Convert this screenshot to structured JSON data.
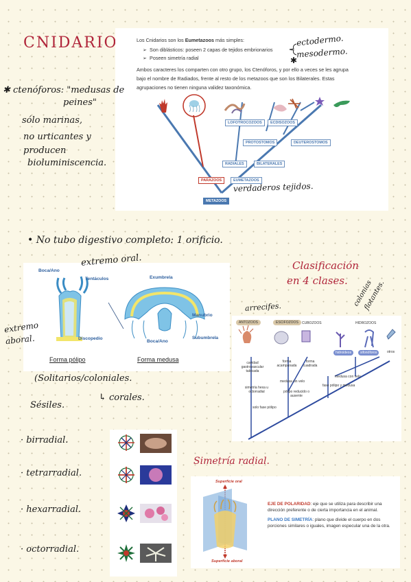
{
  "title": "CNIDARIOS.",
  "top_card": {
    "intro_pre": "Los Cnidarios son los ",
    "intro_bold": "Eumetazoos",
    "intro_post": " más simples:",
    "bullet1": "Son diblásticos: poseen 2 capas de tejidos embrionarios",
    "bullet2": "Poseen simetría radial",
    "para_line1": "Ambos caracteres los comparten con otro grupo, los Ctenóforos, y por ello a veces se les agrupa",
    "para_line2": "bajo el nombre de Radiados, frente al resto de los metazoos que son los Bilaterales. Estas",
    "para_line3": "agrupaciones no tienen ninguna validez taxonómica.",
    "tree": {
      "lofotrocozoos": "LOFOTROCOZOOS",
      "ecdisozoos": "ECDISOZOOS",
      "protostomos": "PROTOSTOMOS",
      "deuterostomos": "DEUTEROSTOMOS",
      "radiales": "RADIALES",
      "bilaterales": "BILATERALES",
      "parazoos": "PARAZOOS",
      "eumetazoos": "EUMETAZOOS",
      "metazoos": "METAZOOS"
    }
  },
  "notes": {
    "ectodermo": "ectodermo.",
    "mesodermo": "mesodermo.",
    "asterisk": "✱",
    "ctenoforos_1": "✱ ctenóforos: \"medusas de",
    "ctenoforos_2": "peines\"",
    "ctenoforos_3": "sólo marinas,",
    "ctenoforos_4": "no urticantes y",
    "ctenoforos_5": "producen",
    "ctenoforos_6": "bioluminiscencia.",
    "verdaderos": "verdaderos tejidos.",
    "no_tubo": "• No tubo digestivo completo: 1 orificio.",
    "extremo_oral": "extremo oral.",
    "extremo_aboral_1": "extremo",
    "extremo_aboral_2": "aboral.",
    "clasificacion_1": "Clasificación",
    "clasificacion_2": "en 4 clases.",
    "arrecifes": "arrecifes.",
    "colonias_1": "colonias",
    "colonias_2": "flotantes.",
    "solitarios": "(Solitarios/coloniales.",
    "corales": "↳ corales.",
    "sesiles": "Sésiles.",
    "birradial": "· birradial.",
    "tetrarradial": "· tetrarradial.",
    "hexarradial": "· hexarradial.",
    "octorradial": "· octorradial.",
    "simetria": "Simetría radial."
  },
  "polyp_card": {
    "boca_ano_1": "Boca/Ano",
    "tentaculos": "Tentáculos",
    "exumbrela": "Exumbrela",
    "manubrio": "Manubrio",
    "discopedio": "Discopedio",
    "boca_ano_2": "Boca/Ano",
    "subumbrela": "Subumbrela",
    "forma_polipo": "Forma pólipo",
    "forma_medusa": "Forma medusa"
  },
  "class_card": {
    "antozoos": "ANTOZOOS",
    "escifozoos": "ESCIFOZOOS",
    "cubozoos": "CUBOZOOS",
    "hidrozoos": "HIDROZOOS",
    "hidroideos": "hidroideos",
    "sifonoforos": "sifonóforos",
    "otros": "otros",
    "cavidad": "cavidad gastrovascular tabicada",
    "forma_acampanada": "forma acampanada",
    "forma_cuadrada": "forma cuadrada",
    "medusa_sin_velo": "medusa sin velo",
    "medusa_con_velo": "medusa con velo",
    "simetria_hexa": "simetría hexa u octorradial",
    "polipo_reducido": "pólipo reducido o ausente",
    "fase_polipo_medusa": "fase pólipo y medusa",
    "solo_fase_polipo": "solo fase pólipo"
  },
  "sym_card": {
    "superficie_oral": "Superficie oral",
    "superficie_aboral": "Superficie aboral",
    "eje_title": "EJE DE POLARIDAD",
    "eje_text": ": eje que se utiliza para describir una dirección preferente o de cierta importancia en el animal.",
    "plano_title": "PLANO DE SIMETRÍA",
    "plano_text": ": plano que divide el cuerpo en dos porciones similares o iguales, imagen especular una de la otra."
  },
  "colors": {
    "tree_blue": "#4a78b0",
    "parazoo_red": "#c0392b",
    "title_red": "#b0253a",
    "eje_red": "#c0392b",
    "plano_blue": "#3a78c2"
  }
}
